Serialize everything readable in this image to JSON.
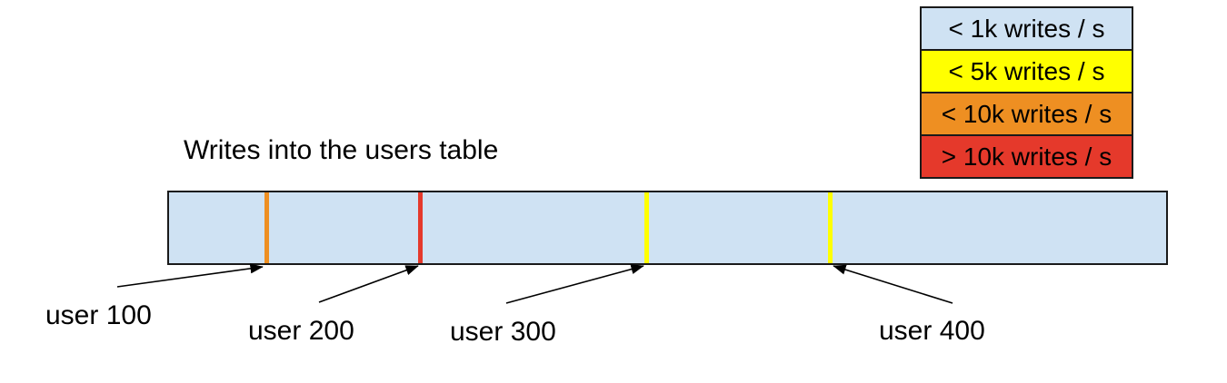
{
  "title": "Writes into the users table",
  "legend": {
    "items": [
      {
        "label": "< 1k writes / s",
        "color": "#cfe2f3"
      },
      {
        "label": "< 5k writes / s",
        "color": "#ffff00"
      },
      {
        "label": "< 10k writes / s",
        "color": "#ee8f22"
      },
      {
        "label": "> 10k writes / s",
        "color": "#e5392b"
      }
    ]
  },
  "bar": {
    "fill": "#cfe2f3",
    "border_color": "#1a1a1a",
    "stripes": [
      {
        "user": "user 100",
        "rate": "< 10k writes / s",
        "color": "#ee8f22"
      },
      {
        "user": "user 200",
        "rate": "> 10k writes / s",
        "color": "#e5392b"
      },
      {
        "user": "user 300",
        "rate": "< 5k writes / s",
        "color": "#ffff00"
      },
      {
        "user": "user 400",
        "rate": "< 5k writes / s",
        "color": "#ffff00"
      }
    ]
  }
}
